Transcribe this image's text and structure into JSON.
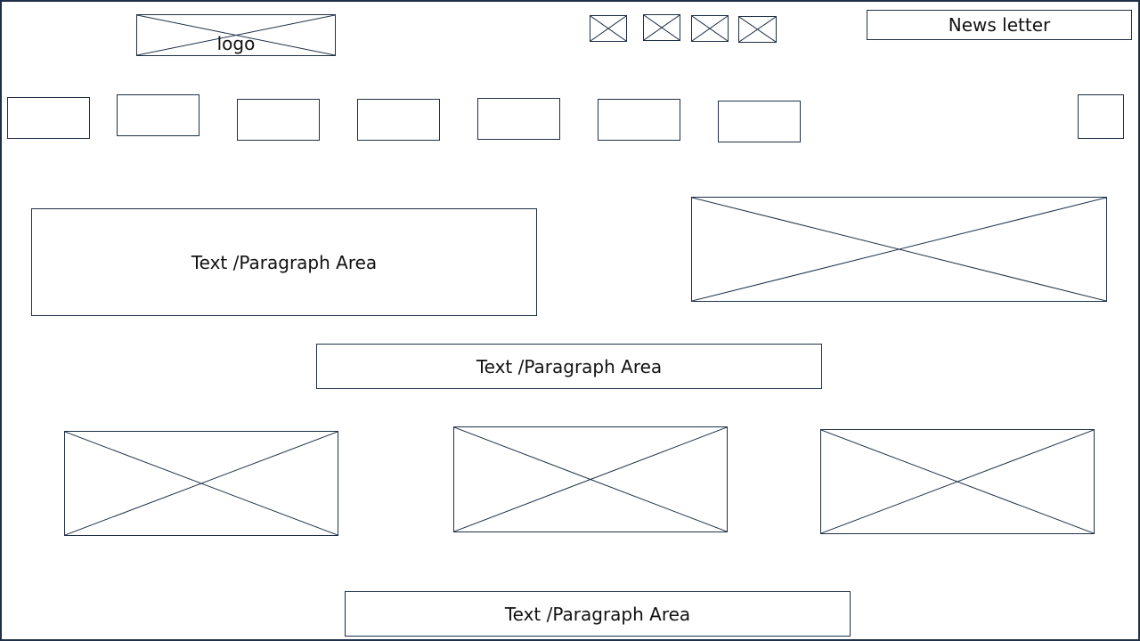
{
  "header": {
    "logo_label": "logo",
    "newsletter_label": "News letter"
  },
  "main": {
    "intro_text": "Text /Paragraph Area",
    "middle_text": "Text /Paragraph Area",
    "footer_text": "Text /Paragraph Area"
  },
  "colors": {
    "stroke": "#1f3047",
    "background": "#ffffff"
  }
}
